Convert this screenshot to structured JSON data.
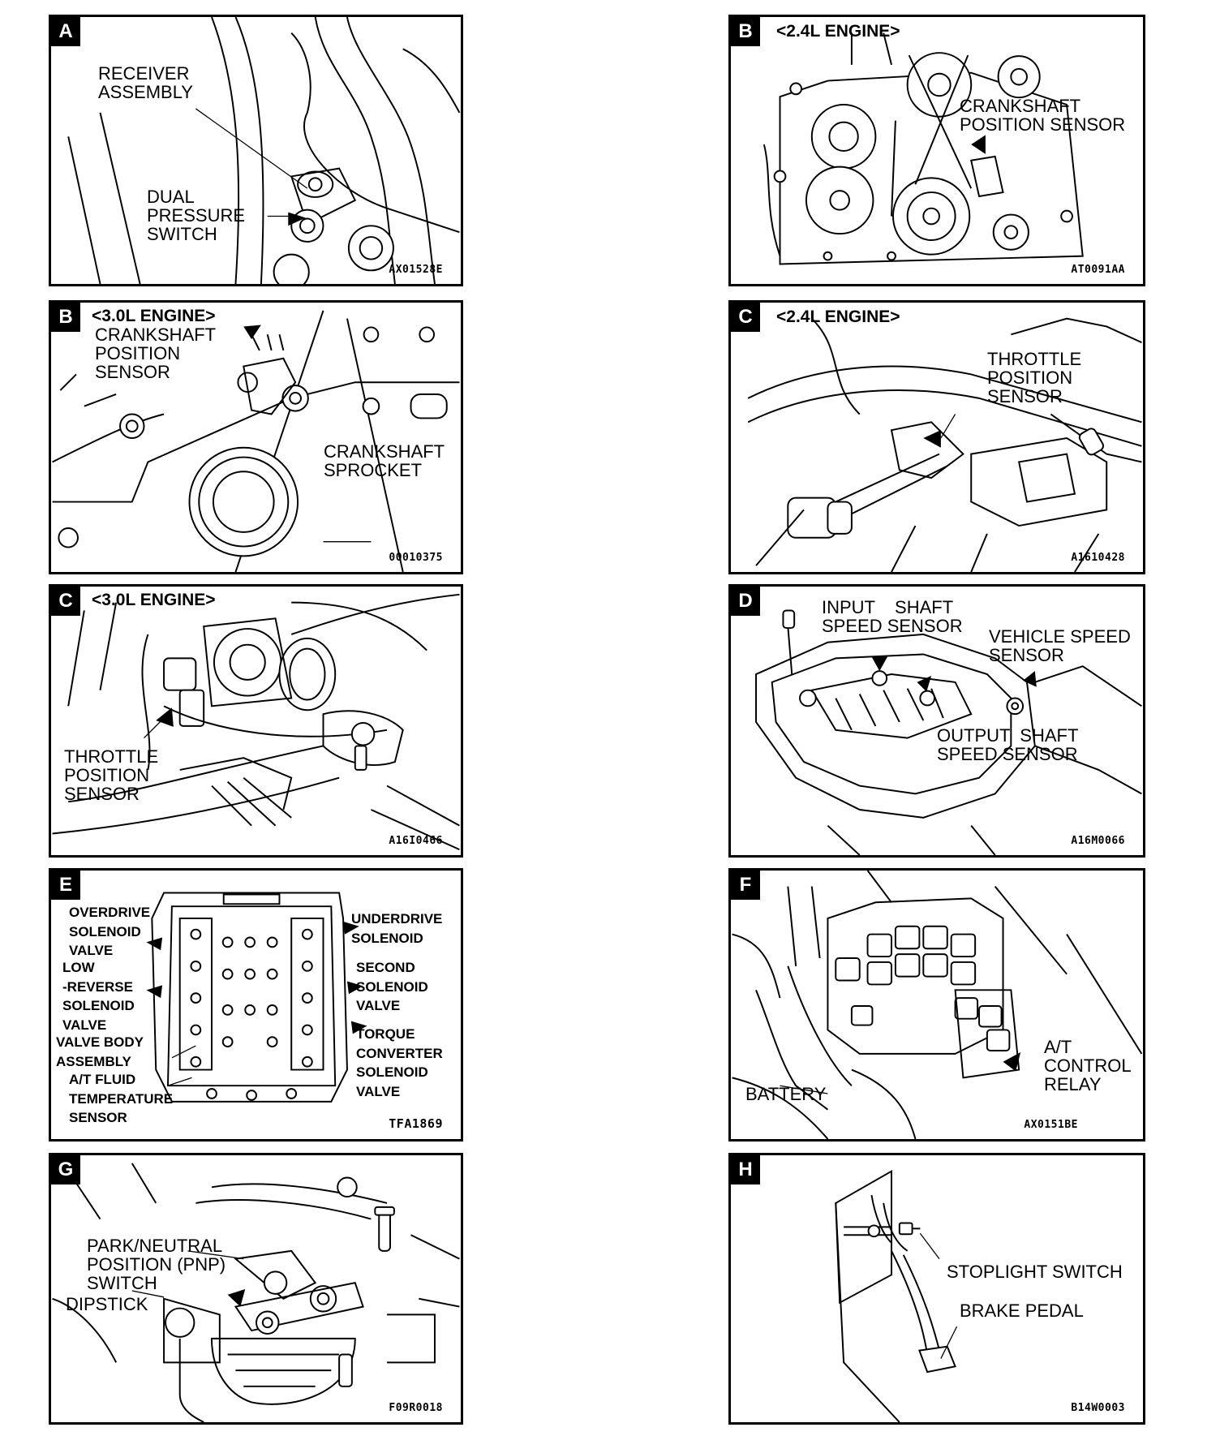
{
  "panels": {
    "a": {
      "letter": "A",
      "labels": {
        "receiver": "RECEIVER\nASSEMBLY",
        "dual": "DUAL\nPRESSURE\nSWITCH"
      },
      "code": "AX01528E"
    },
    "b24": {
      "letter": "B",
      "engine": "<2.4L ENGINE>",
      "labels": {
        "crank_pos": "CRANKSHAFT\nPOSITION SENSOR"
      },
      "code": "AT0091AA"
    },
    "b30": {
      "letter": "B",
      "engine": "<3.0L ENGINE>",
      "labels": {
        "crank_pos": "CRANKSHAFT\nPOSITION\nSENSOR",
        "sprocket": "CRANKSHAFT\nSPROCKET"
      },
      "code": "00010375"
    },
    "c24": {
      "letter": "C",
      "engine": "<2.4L ENGINE>",
      "labels": {
        "tps": "THROTTLE\nPOSITION\nSENSOR"
      },
      "code": "A1610428"
    },
    "c30": {
      "letter": "C",
      "engine": "<3.0L ENGINE>",
      "labels": {
        "tps": "THROTTLE\nPOSITION\nSENSOR"
      },
      "code": "A16I0466"
    },
    "d": {
      "letter": "D",
      "labels": {
        "input": "INPUT    SHAFT\nSPEED SENSOR",
        "vehicle": "VEHICLE SPEED\nSENSOR",
        "output": "OUTPUT  SHAFT\nSPEED SENSOR"
      },
      "code": "A16M0066"
    },
    "e": {
      "letter": "E",
      "labels": {
        "overdrive": "OVERDRIVE\nSOLENOID\nVALVE",
        "low": "LOW\n-REVERSE\nSOLENOID\nVALVE",
        "valvebody": "VALVE BODY\nASSEMBLY",
        "atf": "A/T FLUID\nTEMPERATURE\nSENSOR",
        "underdrive": "UNDERDRIVE\nSOLENOID",
        "second": "SECOND\nSOLENOID\nVALVE",
        "torque": "TORQUE\nCONVERTER\nSOLENOID\nVALVE"
      },
      "code": "TFA1869"
    },
    "f": {
      "letter": "F",
      "labels": {
        "battery": "BATTERY",
        "relay": "A/T\nCONTROL\nRELAY"
      },
      "code": "AX0151BE"
    },
    "g": {
      "letter": "G",
      "labels": {
        "pnp": "PARK/NEUTRAL\nPOSITION (PNP)\nSWITCH",
        "dipstick": "DIPSTICK"
      },
      "code": "F09R0018"
    },
    "h": {
      "letter": "H",
      "labels": {
        "stoplight": "STOPLIGHT SWITCH",
        "brake": "BRAKE PEDAL"
      },
      "code": "B14W0003"
    }
  }
}
